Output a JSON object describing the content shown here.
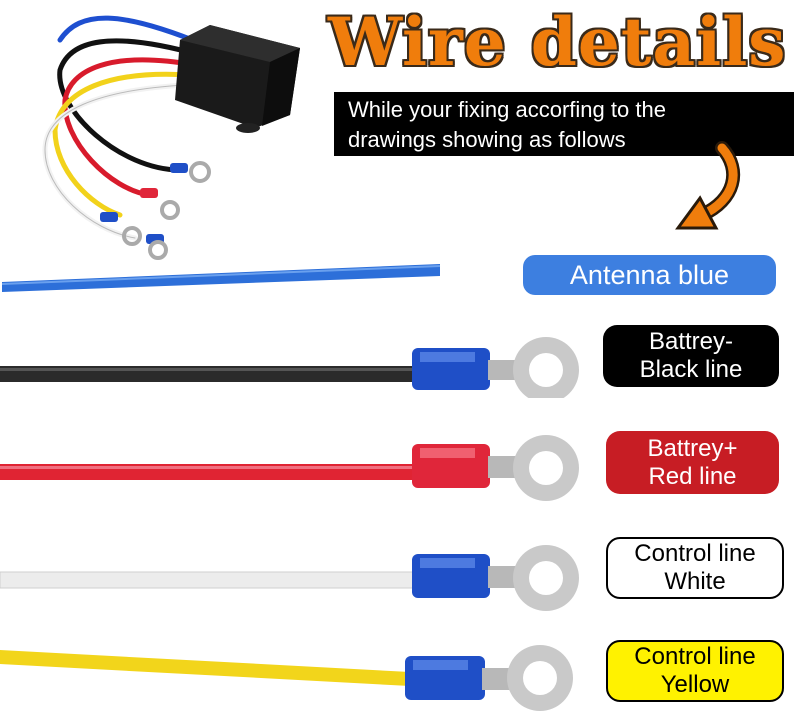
{
  "title": "Wire details",
  "subtitle_lines": [
    "While your fixing accorfing to the",
    "drawings showing as follows"
  ],
  "labels": {
    "antenna": [
      "Antenna blue"
    ],
    "battery_negative": [
      "Battrey-",
      "Black line"
    ],
    "battery_positive": [
      "Battrey+",
      "Red line"
    ],
    "control_white": [
      "Control line",
      "White"
    ],
    "control_yellow": [
      "Control line",
      "Yellow"
    ]
  },
  "colors": {
    "title_orange": "#f07d0c",
    "antenna_blue": "#3d7fe0",
    "black": "#000000",
    "red": "#c71d24",
    "yellow": "#fff200",
    "terminal_blue": "#1f4fc7",
    "terminal_red": "#e0263a"
  },
  "icons": [
    "wiring-module-photo",
    "curved-arrow-icon",
    "ring-terminal-icon"
  ]
}
